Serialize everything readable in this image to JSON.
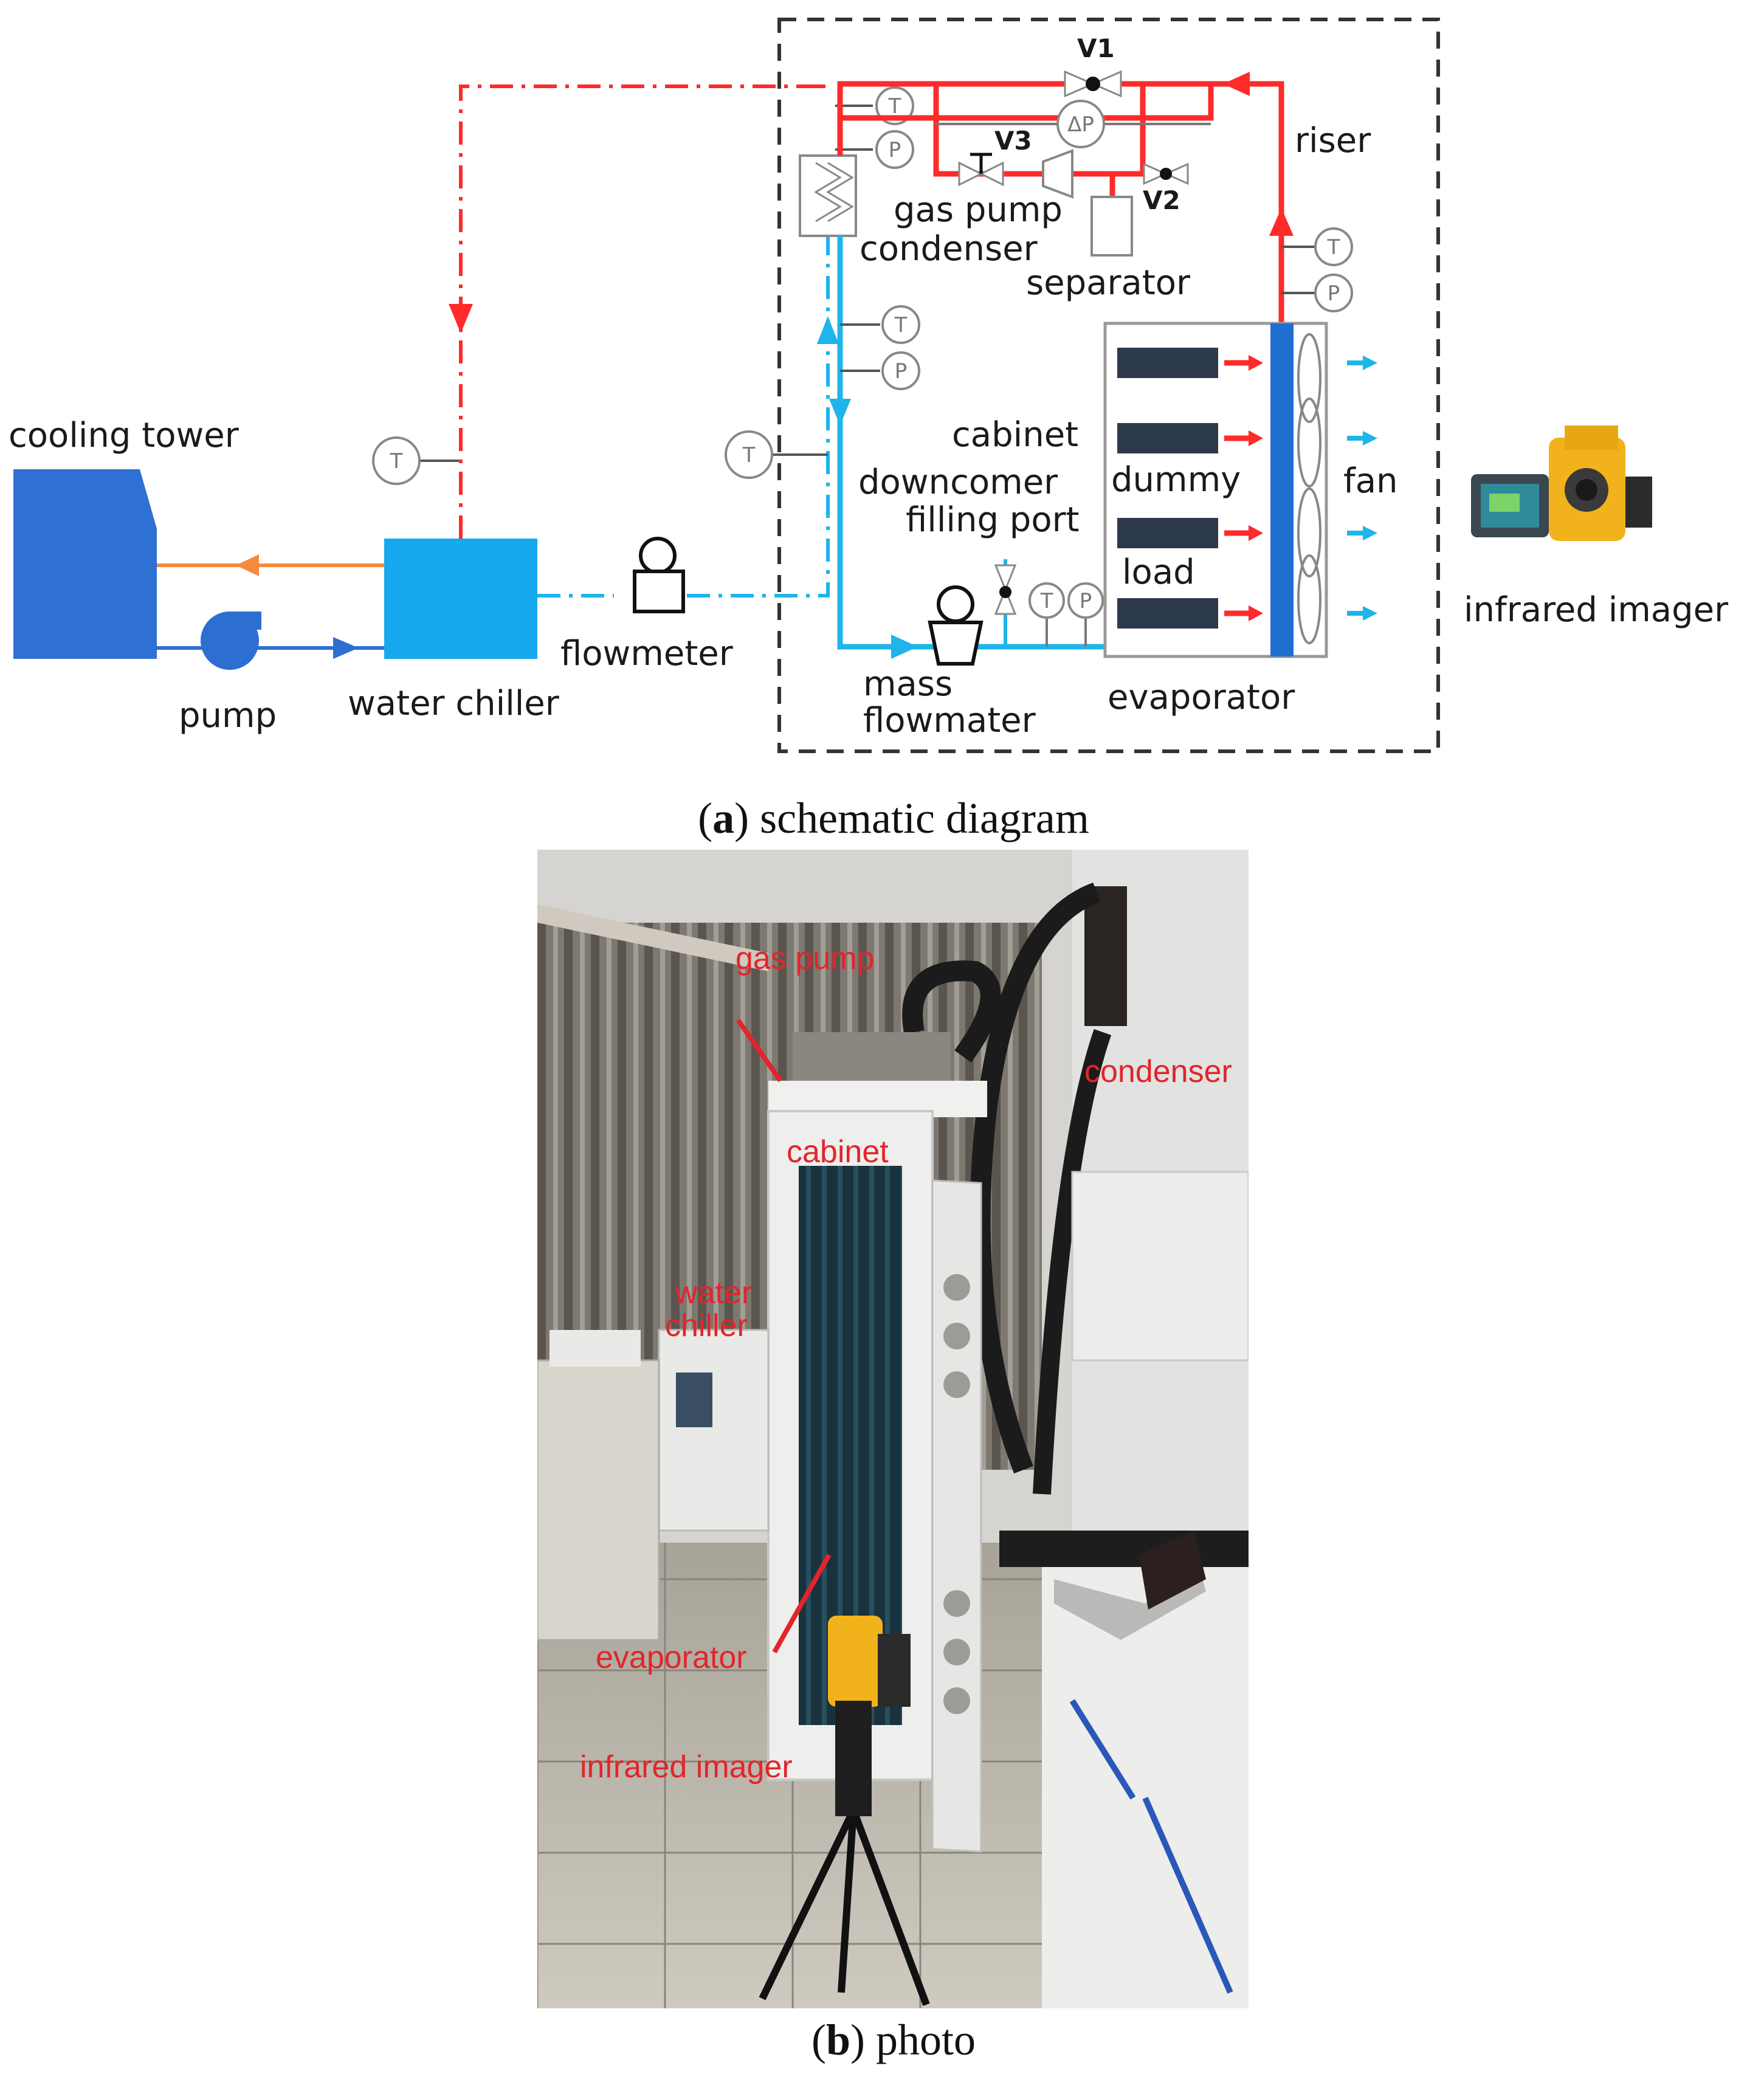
{
  "schematic": {
    "labels": {
      "v1": "V1",
      "v2": "V2",
      "v3": "V3",
      "dp": "ΔP",
      "riser": "riser",
      "gas_pump": "gas pump",
      "condenser": "condenser",
      "separator": "separator",
      "cooling_tower": "cooling tower",
      "cabinet": "cabinet",
      "downcomer": "downcomer",
      "filling_port": "filling port",
      "dummy": "dummy",
      "load": "load",
      "fan": "fan",
      "infrared_imager": "infrared imager",
      "flowmeter": "flowmeter",
      "pump": "pump",
      "water_chiller": "water chiller",
      "mass": "mass",
      "flowmater": "flowmater",
      "evaporator": "evaporator"
    },
    "gauge_t": "T",
    "gauge_p": "P",
    "colors": {
      "refrigerant_vapor": "#ff2a2a",
      "refrigerant_liquid": "#1fb4ea",
      "cooling_water_hot": "#f58a3c",
      "cooling_water_cold": "#2d6fd1",
      "equipment_blue": "#1f78e0",
      "chiller_blue": "#16a8ec",
      "border_dashed": "#333333"
    }
  },
  "caption_a": {
    "letter": "a",
    "text": "schematic diagram"
  },
  "photo": {
    "labels": {
      "gas_pump": "gas pump",
      "condenser": "condenser",
      "cabinet": "cabinet",
      "water": "water",
      "chiller": "chiller",
      "evaporator": "evaporator",
      "infrared_imager": "infrared imager"
    }
  },
  "caption_b": {
    "letter": "b",
    "text": "photo"
  }
}
